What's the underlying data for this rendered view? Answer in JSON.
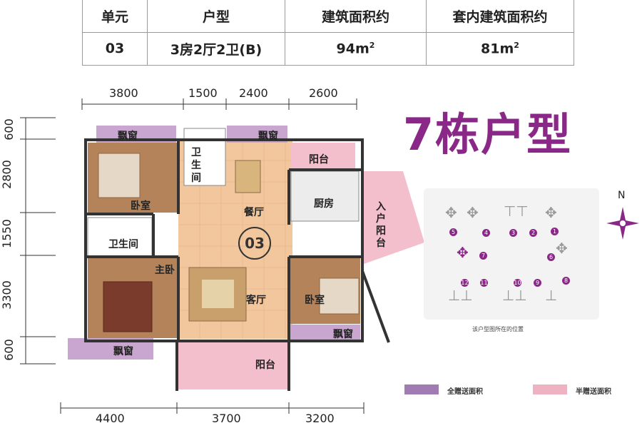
{
  "info_table": {
    "headers": [
      "单元",
      "户型",
      "建筑面积约",
      "套内建筑面积约"
    ],
    "values": [
      "03",
      "3房2厅2卫(B)",
      "94m",
      "81m"
    ],
    "sup": "2"
  },
  "title": "7栋户型",
  "dims_top": [
    "3800",
    "1500",
    "2400",
    "2600"
  ],
  "dims_bottom": [
    "4400",
    "3700",
    "3200"
  ],
  "dims_left": [
    "600",
    "2800",
    "1550",
    "3300",
    "600"
  ],
  "rooms": {
    "bay_window_1": "飘窗",
    "bay_window_2": "飘窗",
    "bay_window_3": "飘窗",
    "bay_window_4": "飘窗",
    "bathroom_1": "卫生间",
    "bathroom_2": "卫生间",
    "bedroom_1": "卧室",
    "bedroom_2": "卧室",
    "master_bedroom": "主卧",
    "dining": "餐厅",
    "kitchen": "厨房",
    "balcony_1": "阳台",
    "balcony_2": "阳台",
    "entry_balcony": "入户阳台",
    "living": "客厅",
    "unit_no": "03"
  },
  "keymap": {
    "caption": "该户型图所在的位置",
    "compass": "N",
    "buildings": [
      "1",
      "2",
      "3",
      "4",
      "5",
      "6",
      "7",
      "8",
      "9",
      "10",
      "11",
      "12"
    ]
  },
  "legend": {
    "full_gift": "全赠送面积",
    "half_gift": "半赠送面积",
    "full_color": "#a07cb2",
    "half_color": "#efb2c3"
  },
  "colors": {
    "accent": "#8a2887",
    "wood": "#b58359",
    "tile": "#f3c79e",
    "bay": "#c8a6cf",
    "balcony": "#f4bfcc"
  }
}
